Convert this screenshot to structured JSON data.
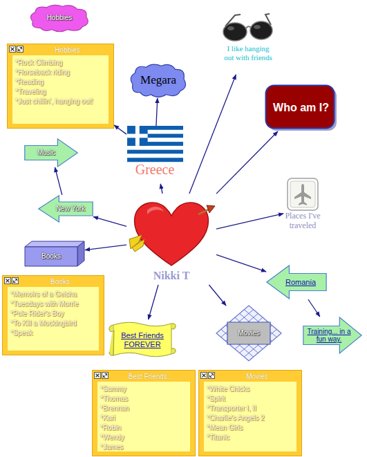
{
  "diagram": {
    "nodes": [
      {
        "text": [
          "Hobbies"
        ]
      },
      {
        "text": [
          "Hobbies",
          "*Rock Climbing",
          "*Horseback riding",
          "*Reading",
          "*Traveling",
          "*Just chillin', hanging out!"
        ]
      },
      {
        "text": [
          "Megara"
        ]
      },
      {
        "text": [
          "Greece"
        ]
      },
      {
        "text": [
          "I like hanging out with friends"
        ]
      },
      {
        "text": [
          "Who am I?"
        ]
      },
      {
        "text": [
          "Music"
        ]
      },
      {
        "text": [
          "New York"
        ]
      },
      {
        "text": [
          "Books"
        ]
      },
      {
        "text": [
          "Books",
          "*Memoirs of a Geisha",
          "*Tuesdays with Morrie",
          "*Pole Rider's Boy",
          "*To Kill a Mockingbird",
          "*Speak"
        ]
      },
      {
        "text": [
          "Nikki T"
        ]
      },
      {
        "text": [
          "Places I've traveled"
        ]
      },
      {
        "text": [
          "Romania"
        ]
      },
      {
        "text": [
          "Training... in a fun way."
        ]
      },
      {
        "text": [
          "Best Friends FOREVER"
        ]
      },
      {
        "text": [
          "Movies"
        ]
      },
      {
        "text": [
          "Best Friends...",
          "*Sammy",
          "*Thomas",
          "*Brennan",
          "*Kari",
          "*Robin",
          "*Wendy",
          "*James"
        ]
      },
      {
        "text": [
          "Movies",
          "*White Chicks",
          "*Spirit",
          "*Transporter I, II",
          "*Charlie's Angels 2",
          "*Mean Girls",
          "*Titanic"
        ]
      }
    ],
    "edges": [
      {
        "from": 10,
        "to": 3,
        "arrow": "to"
      },
      {
        "from": 10,
        "to": 4,
        "arrow": "to"
      },
      {
        "from": 10,
        "to": 5,
        "arrow": "to"
      },
      {
        "from": 3,
        "to": 2,
        "arrow": "to"
      },
      {
        "from": 3,
        "to": 1,
        "arrow": "to"
      },
      {
        "from": 10,
        "to": 7,
        "arrow": "to"
      },
      {
        "from": 7,
        "to": 6,
        "arrow": "to"
      },
      {
        "from": 10,
        "to": 8,
        "arrow": "to"
      },
      {
        "from": 10,
        "to": 11,
        "arrow": "to"
      },
      {
        "from": 10,
        "to": 12,
        "arrow": "to"
      },
      {
        "from": 12,
        "to": 13,
        "arrow": "to"
      },
      {
        "from": 10,
        "to": 14,
        "arrow": "to"
      },
      {
        "from": 10,
        "to": 15,
        "arrow": "to"
      }
    ]
  }
}
